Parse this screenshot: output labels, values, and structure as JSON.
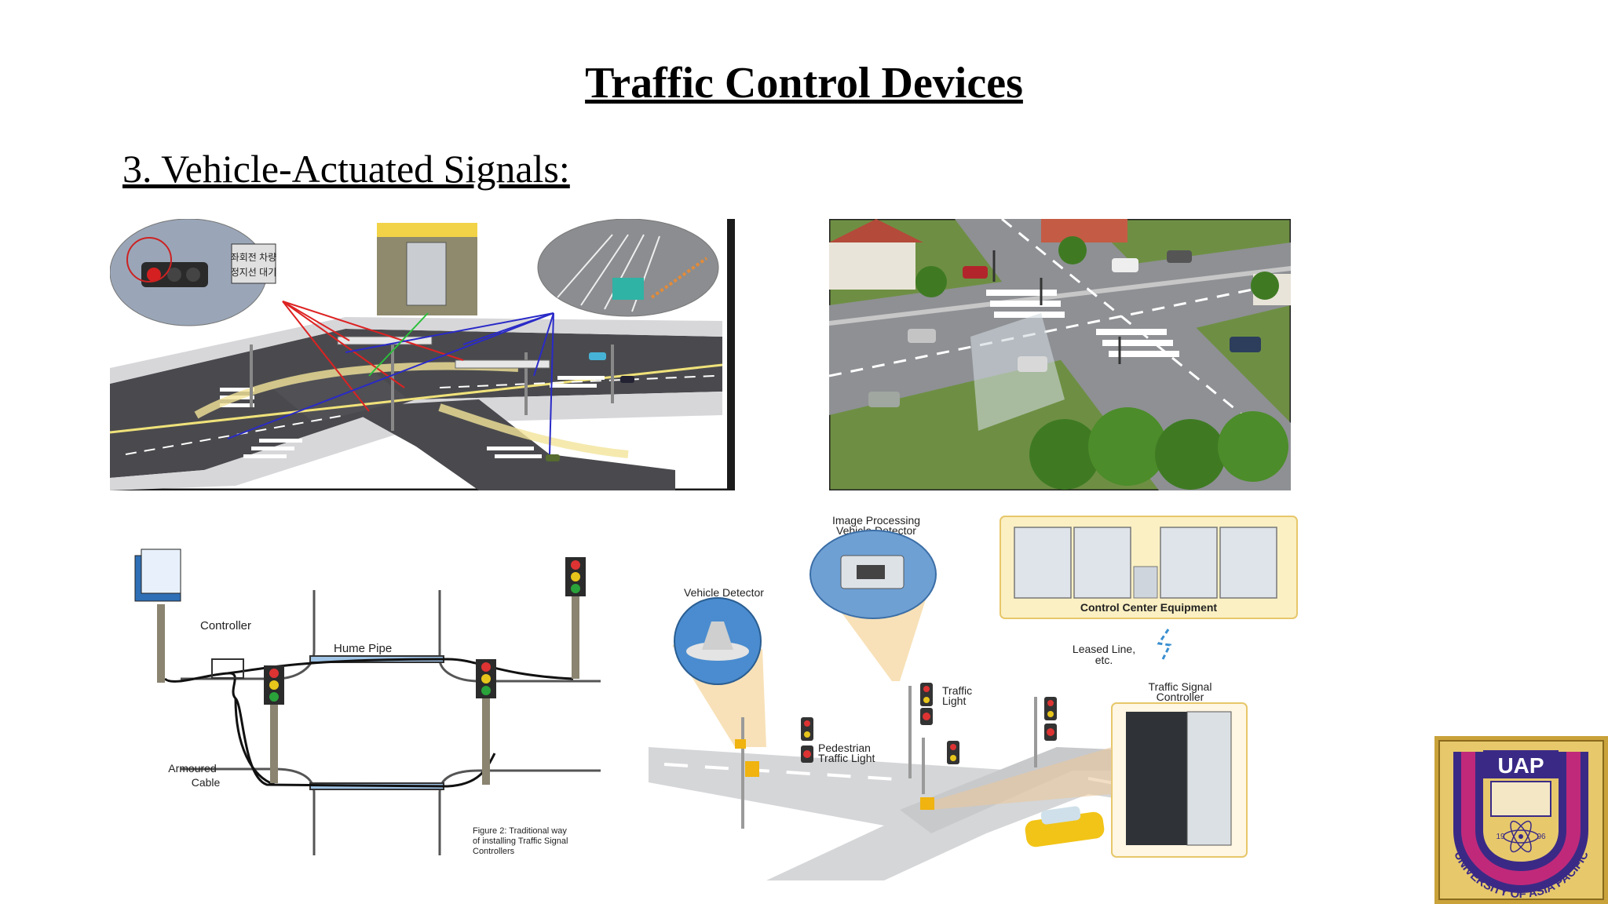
{
  "slide": {
    "title": "Traffic Control Devices",
    "subtitle": "3. Vehicle-Actuated Signals:"
  },
  "figure_korean": {
    "sign_line1": "좌회전 차량",
    "sign_line2": "정지선 대기"
  },
  "figure_traditional": {
    "controller": "Controller",
    "hume_pipe": "Hume Pipe",
    "armoured_1": "Armoured",
    "armoured_2": "Cable",
    "caption_1": "Figure 2: Traditional way",
    "caption_2": "of installing Traffic Signal",
    "caption_3": "Controllers"
  },
  "figure_system": {
    "ipvd_1": "Image Processing",
    "ipvd_2": "Vehicle Detector",
    "vehicle_detector": "Vehicle Detector",
    "control_center": "Control Center Equipment",
    "leased_1": "Leased Line,",
    "leased_2": "etc.",
    "tsc_1": "Traffic Signal",
    "tsc_2": "Controller",
    "traffic_light_1": "Traffic",
    "traffic_light_2": "Light",
    "ped_1": "Pedestrian",
    "ped_2": "Traffic Light"
  },
  "logo": {
    "abbr": "UAP",
    "name": "UNIVERSITY OF ASIA PACIFIC",
    "year_left": "19",
    "year_right": "96"
  },
  "colors": {
    "logo_purple": "#3a2a86",
    "logo_magenta": "#c0297a",
    "logo_gold": "#c9a23a"
  }
}
